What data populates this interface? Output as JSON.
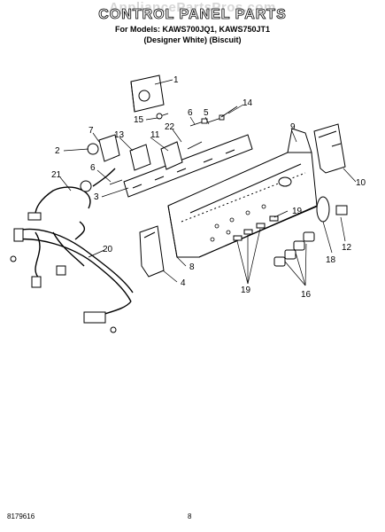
{
  "header": {
    "watermark": "AppliancePartsPros.com",
    "title": "CONTROL PANEL PARTS",
    "models_line": "For Models: KAWS700JQ1, KAWS750JT1",
    "variant_line": "(Designer White)    (Biscuit)"
  },
  "footer": {
    "part_number": "8179616",
    "page_number": "8"
  },
  "callouts": [
    "1",
    "2",
    "3",
    "4",
    "5",
    "6",
    "6",
    "7",
    "8",
    "9",
    "10",
    "11",
    "12",
    "13",
    "14",
    "15",
    "16",
    "18",
    "19",
    "19",
    "20",
    "21",
    "22"
  ]
}
